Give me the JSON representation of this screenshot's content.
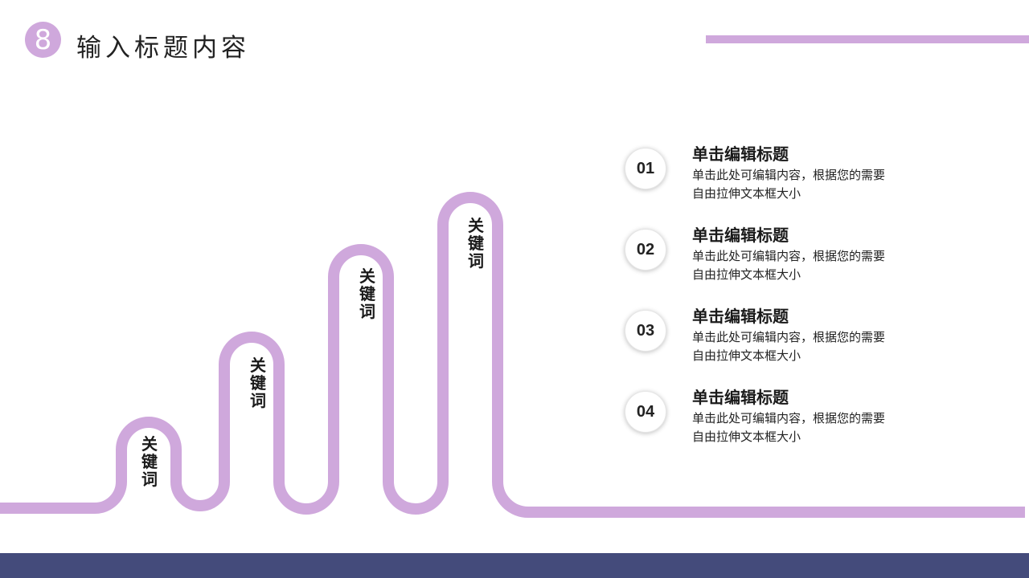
{
  "colors": {
    "accent": "#cfa8dc",
    "footer": "#444b7b",
    "text": "#1a1a1a"
  },
  "header": {
    "badge_glyph": "8",
    "title": "输入标题内容"
  },
  "keywords": [
    {
      "label": "关键词"
    },
    {
      "label": "关键词"
    },
    {
      "label": "关键词"
    },
    {
      "label": "关键词"
    }
  ],
  "items": [
    {
      "number": "01",
      "title": "单击编辑标题",
      "desc": "单击此处可编辑内容，根据您的需要自由拉伸文本框大小"
    },
    {
      "number": "02",
      "title": "单击编辑标题",
      "desc": "单击此处可编辑内容，根据您的需要自由拉伸文本框大小"
    },
    {
      "number": "03",
      "title": "单击编辑标题",
      "desc": "单击此处可编辑内容，根据您的需要自由拉伸文本框大小"
    },
    {
      "number": "04",
      "title": "单击编辑标题",
      "desc": "单击此处可编辑内容，根据您的需要自由拉伸文本框大小"
    }
  ]
}
